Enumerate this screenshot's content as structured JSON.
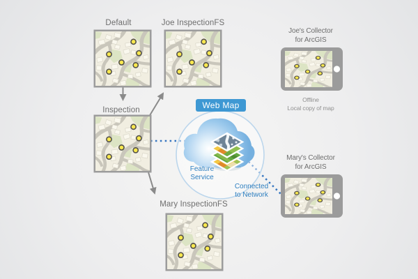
{
  "colors": {
    "canvas_edge": "#e3e4e6",
    "canvas_center": "#f5f5f4",
    "accent": "#3e98d3",
    "accent_text": "#2e7fc0",
    "dotted": "#3575c0",
    "label_text": "#6e6e6e",
    "muted_text": "#909090",
    "arrow": "#8a8a8a",
    "map_border": "#9c9c9c",
    "map_bg": "#f1eee1",
    "map_road": "#c9c6bb",
    "map_green": "#dce4c4",
    "map_building": "#faf8ee",
    "dot_fill": "#f9e84e",
    "dot_stroke": "#55534c",
    "tablet_body": "#9b9b9b",
    "halo_stroke": "#bcd6ec"
  },
  "maps": {
    "default_map": {
      "label": "Default"
    },
    "joe_fs": {
      "label": "Joe InspectionFS"
    },
    "inspection": {
      "label": "Inspection"
    },
    "mary_fs": {
      "label": "Mary InspectionFS"
    }
  },
  "cloud": {
    "badge": "Web Map",
    "caption_line1": "Feature",
    "caption_line2": "Service"
  },
  "connection": {
    "line1": "Connected",
    "line2": "to Network"
  },
  "devices": {
    "joe": {
      "title_line1": "Joe's Collector",
      "title_line2": "for ArcGIS",
      "status_line1": "Offline",
      "status_line2": "Local copy of map"
    },
    "mary": {
      "title_line1": "Mary's Collector",
      "title_line2": "for ArcGIS"
    }
  }
}
